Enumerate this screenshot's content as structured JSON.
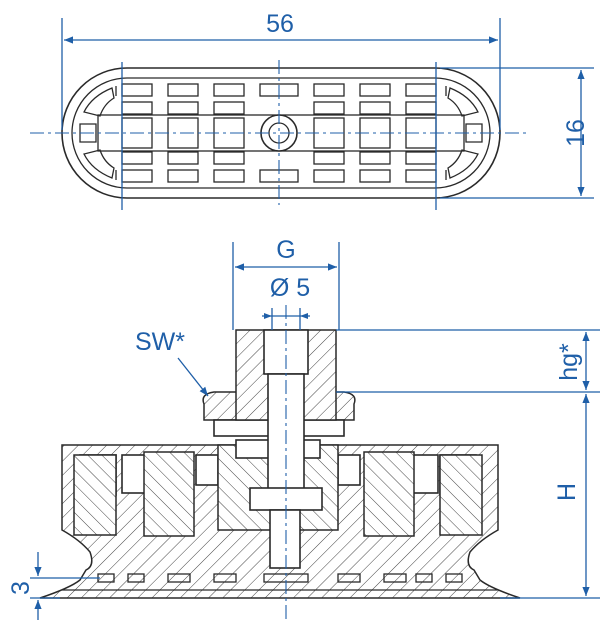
{
  "dimensions": {
    "length": "56",
    "width": "16",
    "thread": "G",
    "bore": "Ø 5",
    "wrench": "SW*",
    "thread_depth": "hg*",
    "height": "H",
    "lip": "3"
  },
  "colors": {
    "dimension": "#1f5fa8",
    "outline": "#2a2a2a"
  }
}
